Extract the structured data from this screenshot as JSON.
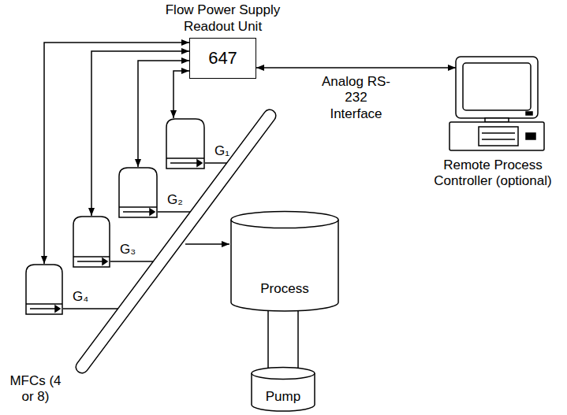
{
  "diagram": {
    "nodes": [
      {
        "text": [
          "Flow Power Supply Readout Unit",
          "647"
        ]
      },
      {
        "text": [
          "Remote Process Controller (optional)"
        ]
      },
      {
        "text": [
          "G₁"
        ]
      },
      {
        "text": [
          "G₂"
        ]
      },
      {
        "text": [
          "G₃"
        ]
      },
      {
        "text": [
          "G₄"
        ]
      },
      {
        "text": [
          "Process"
        ]
      },
      {
        "text": [
          "Pump"
        ]
      }
    ],
    "edges": [
      {
        "from": 0,
        "to": 1,
        "arrow": "both",
        "label": "Analog RS-232 Interface"
      },
      {
        "from": 0,
        "to": 2,
        "arrow": "both"
      },
      {
        "from": 0,
        "to": 3,
        "arrow": "both"
      },
      {
        "from": 0,
        "to": 4,
        "arrow": "both"
      },
      {
        "from": 0,
        "to": 5,
        "arrow": "both"
      }
    ],
    "labels": [
      "MFCs (4 or 8)"
    ]
  }
}
